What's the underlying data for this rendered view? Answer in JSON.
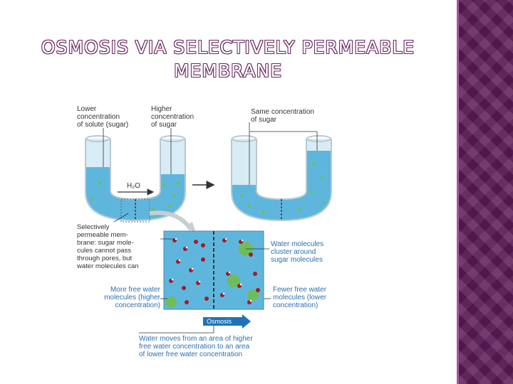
{
  "slide": {
    "title_line1": "OSMOSIS VIA SELECTIVELY PERMEABLE",
    "title_line2": "MEMBRANE"
  },
  "diagram": {
    "label_lower": "Lower\nconcentration\nof solute (sugar)",
    "label_higher": "Higher\nconcentration\nof sugar",
    "label_same": "Same concentration\nof sugar",
    "h2o_label": "H₂O",
    "membrane_label": "Selectively\npermeable mem-\nbrane: sugar mole-\ncules cannot pass\nthrough pores, but\nwater molecules can",
    "cluster_label": "Water molecules\ncluster around\nsugar molecules",
    "more_water_label": "More free water\nmolecules (higher\nconcentration)",
    "fewer_water_label": "Fewer free water\nmolecules (lower\nconcentration)",
    "osmosis_label": "Osmosis",
    "summary_label": "Water moves from an area of higher\nfree water concentration to an area\nof lower free water concentration"
  },
  "colors": {
    "title_outline": "#6b2a63",
    "side_band": "#5c1b57",
    "water": "#5fb6dd",
    "tube_glass": "#d8ecf5",
    "water_molecule": "#a31b2a",
    "sugar": "#6fbf4a",
    "label_blue": "#2c6fb0",
    "arrow": "#1e73b8"
  }
}
